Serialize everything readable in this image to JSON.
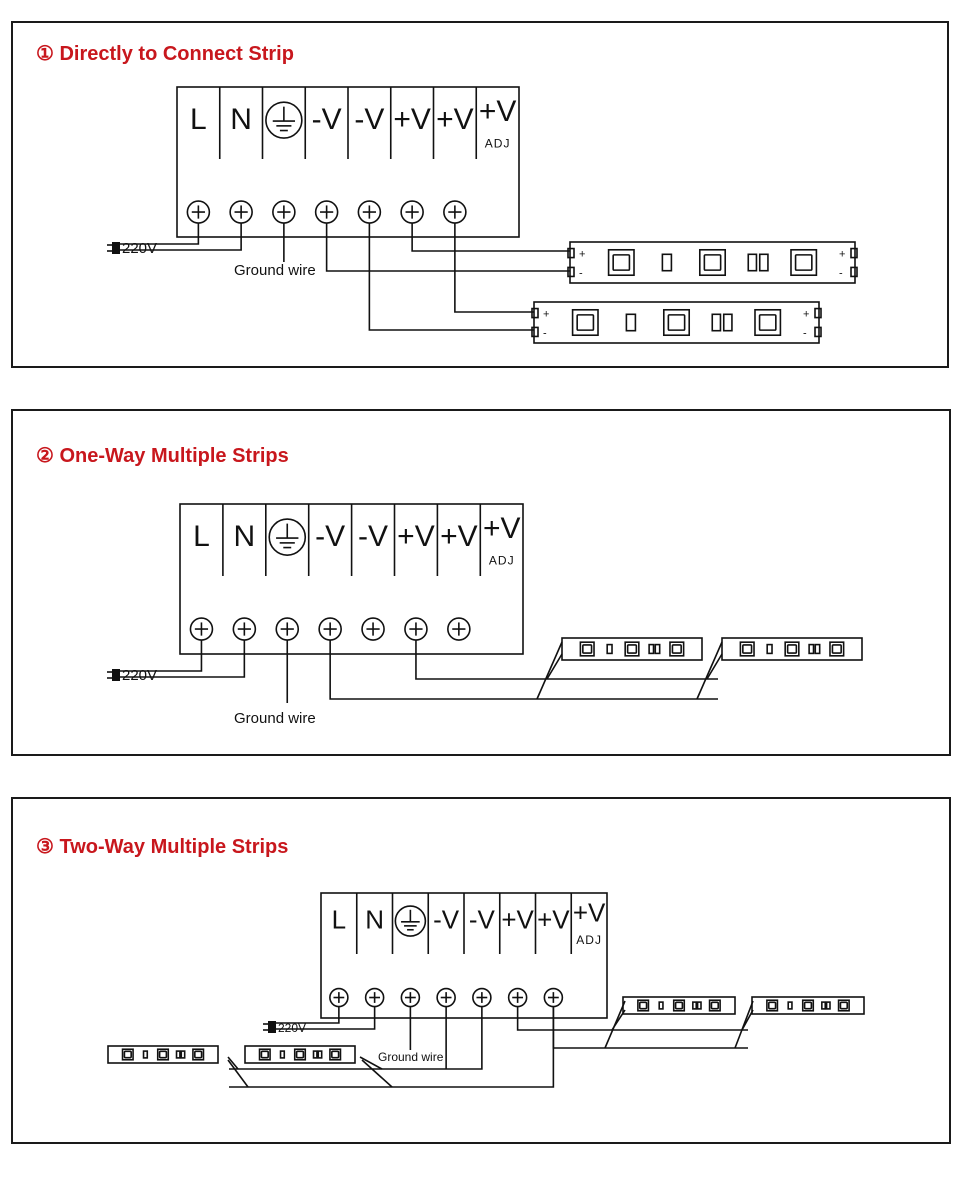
{
  "panels": [
    {
      "title": "① Directly to Connect Strip",
      "voltage": "220V",
      "ground": "Ground wire"
    },
    {
      "title": "② One-Way Multiple Strips",
      "voltage": "220V",
      "ground": "Ground wire"
    },
    {
      "title": "③ Two-Way Multiple Strips",
      "voltage": "220V",
      "ground": "Ground wire"
    }
  ],
  "terminals": [
    "L",
    "N",
    "",
    "-V",
    "-V",
    "+V",
    "+V",
    "+V"
  ],
  "adj_label": "ADJ",
  "strip_polarity": {
    "plus": "+",
    "minus": "-"
  },
  "colors": {
    "title": "#c8171d",
    "line": "#111111",
    "frame": "#1a1a1a"
  },
  "icons": [
    "earth-ground-icon",
    "screw-terminal-icon",
    "plug-icon",
    "led-chip-icon"
  ]
}
